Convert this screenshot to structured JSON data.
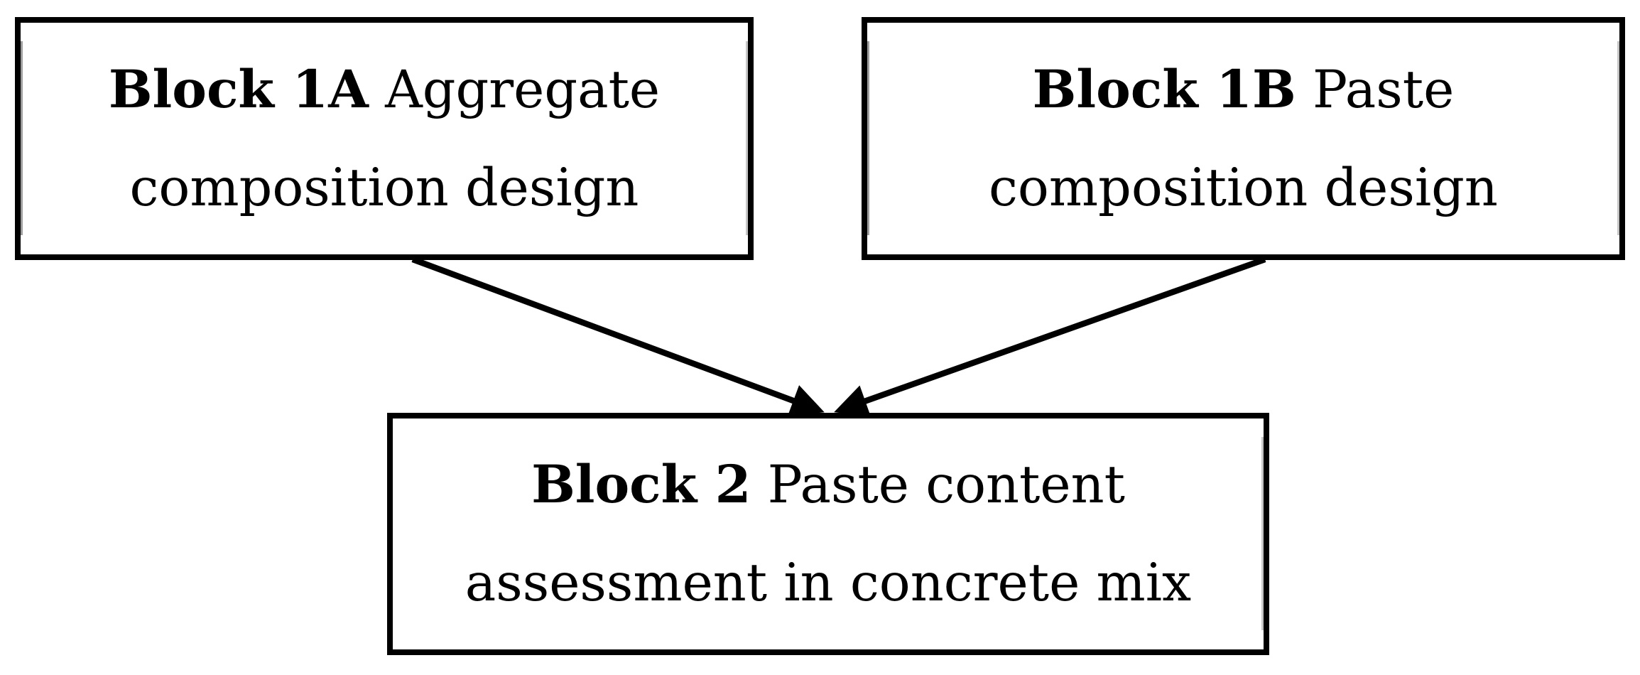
{
  "page": {
    "background_color": "#ffffff",
    "ink_color": "#000000"
  },
  "diagram": {
    "type": "flowchart",
    "boxes": [
      {
        "id": "block-1a",
        "label_bold": "Block 1A",
        "label_line1_rest": " Aggregate",
        "label_line2": "composition design"
      },
      {
        "id": "block-1b",
        "label_bold": "Block 1B",
        "label_line1_rest": " Paste",
        "label_line2": "composition design"
      },
      {
        "id": "block-2",
        "label_bold": "Block 2",
        "label_line1_rest": " Paste content",
        "label_line2": "assessment in concrete mix"
      }
    ],
    "arrows": [
      {
        "from": "block-1a",
        "to": "block-2"
      },
      {
        "from": "block-1b",
        "to": "block-2"
      }
    ]
  }
}
